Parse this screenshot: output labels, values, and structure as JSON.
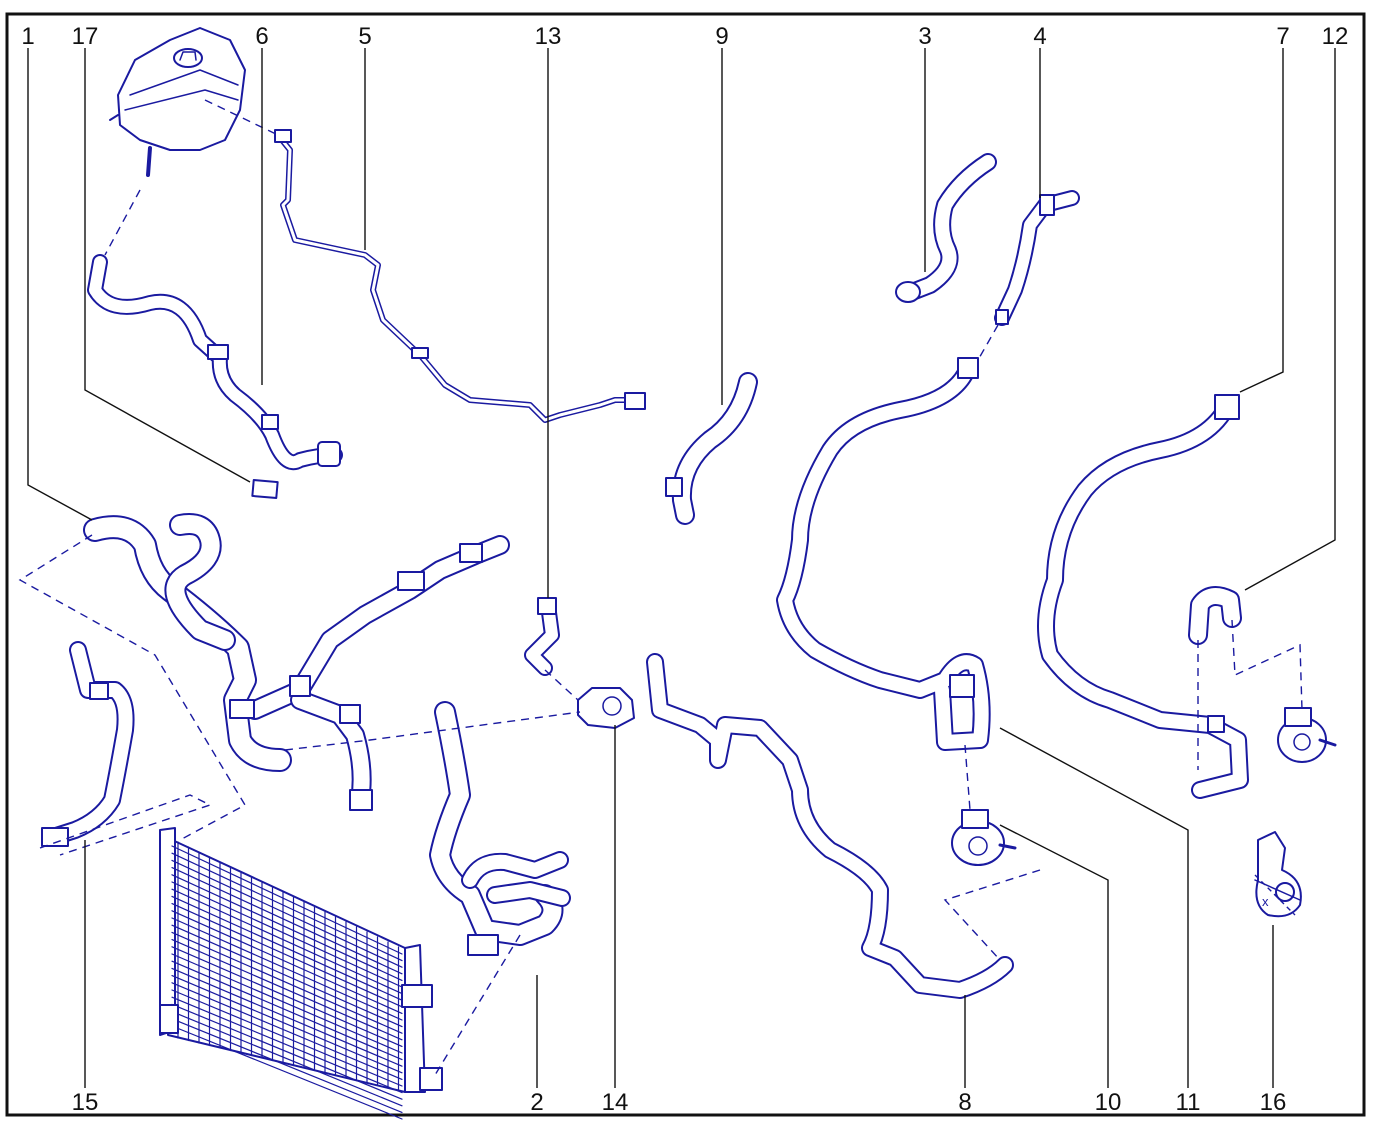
{
  "colors": {
    "line": "#1a1aa0",
    "fill": "#ffffff",
    "leader": "#111111",
    "frame": "#111111",
    "label": "#111111"
  },
  "callouts": {
    "c1": "1",
    "c17": "17",
    "c6": "6",
    "c5": "5",
    "c13": "13",
    "c9": "9",
    "c3": "3",
    "c4": "4",
    "c7": "7",
    "c12": "12",
    "c15": "15",
    "c2": "2",
    "c14": "14",
    "c8": "8",
    "c10": "10",
    "c11": "11",
    "c16": "16"
  },
  "parts": {
    "restrictor_mark": "x"
  }
}
